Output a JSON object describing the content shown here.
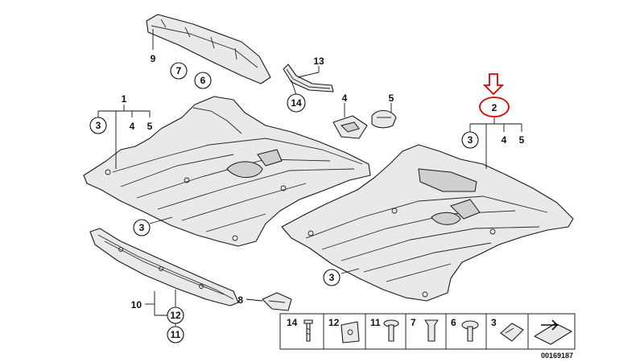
{
  "labels": {
    "l1": "1",
    "l3a": "3",
    "l4a": "4",
    "l5a": "5",
    "l9": "9",
    "l7": "7",
    "l6": "6",
    "l13": "13",
    "l14": "14",
    "l4b": "4",
    "l5b": "5",
    "l2": "2",
    "l3b": "3",
    "l4c": "4",
    "l5c": "5",
    "l3c": "3",
    "l3d": "3",
    "l10": "10",
    "l12": "12",
    "l11": "11",
    "l8": "8"
  },
  "legend": {
    "items": [
      "14",
      "12",
      "11",
      "7",
      "6",
      "3"
    ]
  },
  "drawing_code": "00169187",
  "colors": {
    "highlight": "#e00000",
    "line": "#111111",
    "part_fill": "#e9e9e9"
  }
}
